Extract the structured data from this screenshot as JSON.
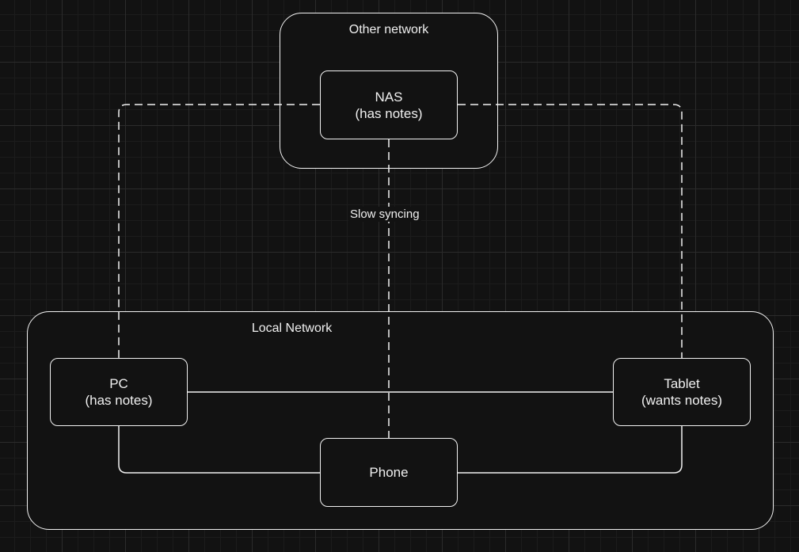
{
  "containers": {
    "other_network": {
      "title": "Other network"
    },
    "local_network": {
      "title": "Local Network"
    }
  },
  "nodes": {
    "nas": {
      "line1": "NAS",
      "line2": "(has notes)"
    },
    "pc": {
      "line1": "PC",
      "line2": "(has notes)"
    },
    "tablet": {
      "line1": "Tablet",
      "line2": "(wants notes)"
    },
    "phone": {
      "line1": "Phone"
    }
  },
  "edges": {
    "nas_phone": {
      "label": "Slow syncing",
      "style": "dashed"
    },
    "nas_pc": {
      "style": "dashed"
    },
    "nas_tablet": {
      "style": "dashed"
    },
    "pc_tablet": {
      "style": "solid"
    },
    "pc_phone": {
      "style": "solid"
    },
    "phone_tablet": {
      "style": "solid"
    }
  },
  "colors": {
    "background": "#121212",
    "stroke": "#f2f2f2",
    "grid": "#2b2b2b",
    "text": "#f0f0f0"
  }
}
